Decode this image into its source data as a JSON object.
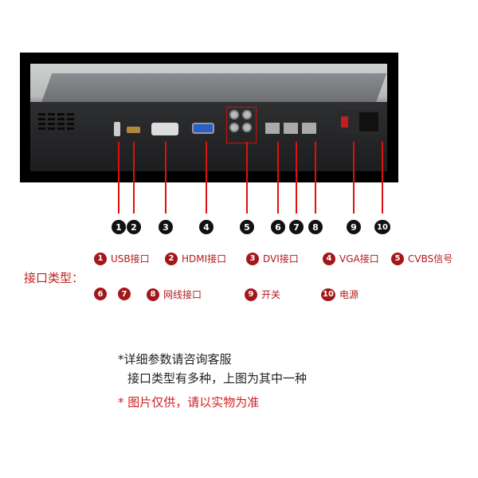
{
  "image": {
    "description": "Rear panel of a device with labeled interface ports",
    "ports_highlight_color": "#e01010"
  },
  "callouts": [
    "1",
    "2",
    "3",
    "4",
    "5",
    "6",
    "7",
    "8",
    "9",
    "10"
  ],
  "legend": {
    "title": "接口类型：",
    "row1": [
      {
        "num": "1",
        "label": "USB接口"
      },
      {
        "num": "2",
        "label": "HDMI接口"
      },
      {
        "num": "3",
        "label": "DVI接口"
      },
      {
        "num": "4",
        "label": "VGA接口"
      },
      {
        "num": "5",
        "label": "CVBS信号"
      }
    ],
    "row2": [
      {
        "num": "6",
        "label": ""
      },
      {
        "num": "7",
        "label": ""
      },
      {
        "num": "8",
        "label": "网线接口"
      },
      {
        "num": "9",
        "label": "开关"
      },
      {
        "num": "10",
        "label": "电源"
      }
    ],
    "color": "#a3161a"
  },
  "notes": {
    "line1": "*详细参数请咨询客服",
    "line2": "接口类型有多种，上图为其中一种",
    "line3": "* 图片仅供，请以实物为准"
  }
}
